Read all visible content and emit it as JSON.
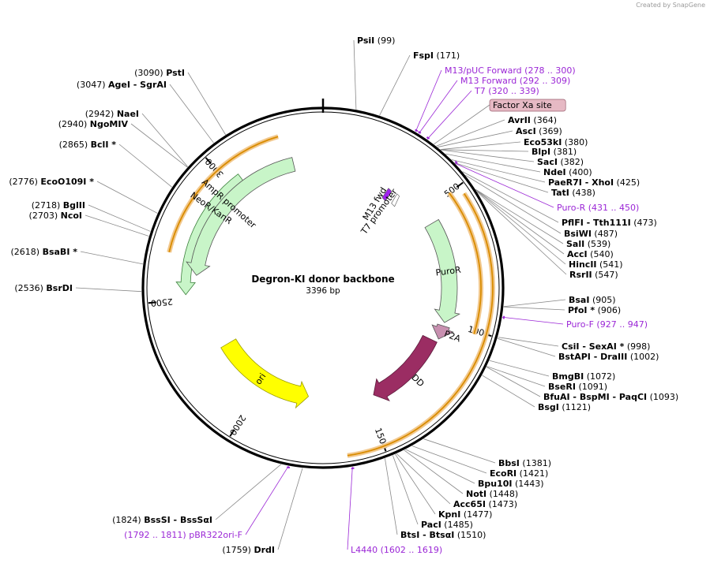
{
  "watermark": "Created by  SnapGene",
  "map": {
    "title": "Degron-KI donor backbone",
    "length_text": "3396 bp",
    "total_bp": 3396,
    "ticks": [
      {
        "bp": 500,
        "label": "500"
      },
      {
        "bp": 1000,
        "label": "1000"
      },
      {
        "bp": 1500,
        "label": "1500"
      },
      {
        "bp": 2000,
        "label": "2000"
      },
      {
        "bp": 2500,
        "label": "2500"
      },
      {
        "bp": 3000,
        "label": "3000"
      }
    ],
    "features": [
      {
        "name": "AmpR promoter",
        "color": "#c8f5c8"
      },
      {
        "name": "NeoR/KanR",
        "color": "#c8f5c8"
      },
      {
        "name": "ori",
        "color": "#ffff00"
      },
      {
        "name": "T7 promoter",
        "color": "#ffffff"
      },
      {
        "name": "M13 fwd",
        "color": "#a020f0"
      },
      {
        "name": "PuroR",
        "color": "#c8f5c8"
      },
      {
        "name": "P2A",
        "color": "#c890b0"
      },
      {
        "name": "DD",
        "color": "#9b2d63"
      }
    ],
    "sites": [
      {
        "name": "PsiI",
        "pos": "(99)"
      },
      {
        "name": "FspI",
        "pos": "(171)"
      },
      {
        "name": "M13/pUC Forward",
        "pos": "(278 .. 300)"
      },
      {
        "name": "M13 Forward",
        "pos": "(292 .. 309)"
      },
      {
        "name": "T7",
        "pos": "(320 .. 339)"
      },
      {
        "name": "Factor Xa site",
        "pos": ""
      },
      {
        "name": "AvrII",
        "pos": "(364)"
      },
      {
        "name": "AscI",
        "pos": "(369)"
      },
      {
        "name": "Eco53kI",
        "pos": "(380)"
      },
      {
        "name": "BlpI",
        "pos": "(381)"
      },
      {
        "name": "SacI",
        "pos": "(382)"
      },
      {
        "name": "NdeI",
        "pos": "(400)"
      },
      {
        "name": "PaeR7I  - XhoI",
        "pos": "(425)"
      },
      {
        "name": "TatI",
        "pos": "(438)"
      },
      {
        "name": "Puro-R",
        "pos": "(431 .. 450)"
      },
      {
        "name": "PflFI  - Tth111I",
        "pos": "(473)"
      },
      {
        "name": "BsiWI",
        "pos": "(487)"
      },
      {
        "name": "SalI",
        "pos": "(539)"
      },
      {
        "name": "AccI",
        "pos": "(540)"
      },
      {
        "name": "HincII",
        "pos": "(541)"
      },
      {
        "name": "RsrII",
        "pos": "(547)"
      },
      {
        "name": "BsaI",
        "pos": "(905)"
      },
      {
        "name": "PfoI *",
        "pos": "(906)"
      },
      {
        "name": "Puro-F",
        "pos": "(927 .. 947)"
      },
      {
        "name": "CsiI  - SexAI *",
        "pos": "(998)"
      },
      {
        "name": "BstAPI  - DraIII",
        "pos": "(1002)"
      },
      {
        "name": "BmgBI",
        "pos": "(1072)"
      },
      {
        "name": "BseRI",
        "pos": "(1091)"
      },
      {
        "name": "BfuAI  - BspMI  - PaqCI",
        "pos": "(1093)"
      },
      {
        "name": "BsgI",
        "pos": "(1121)"
      },
      {
        "name": "BbsI",
        "pos": "(1381)"
      },
      {
        "name": "EcoRI",
        "pos": "(1421)"
      },
      {
        "name": "Bpu10I",
        "pos": "(1443)"
      },
      {
        "name": "NotI",
        "pos": "(1448)"
      },
      {
        "name": "Acc65I",
        "pos": "(1473)"
      },
      {
        "name": "KpnI",
        "pos": "(1477)"
      },
      {
        "name": "PacI",
        "pos": "(1485)"
      },
      {
        "name": "BtsI  - BtsαI",
        "pos": "(1510)"
      },
      {
        "name": "L4440",
        "pos": "(1602 .. 1619)"
      },
      {
        "name": "DrdI",
        "pos": "(1759)"
      },
      {
        "name": "pBR322ori-F",
        "pos": "(1792 .. 1811)"
      },
      {
        "name": "BssSI  - BssSαI",
        "pos": "(1824)"
      },
      {
        "name": "BsrDI",
        "pos": "(2536)"
      },
      {
        "name": "BsaBI *",
        "pos": "(2618)"
      },
      {
        "name": "NcoI",
        "pos": "(2703)"
      },
      {
        "name": "BglII",
        "pos": "(2718)"
      },
      {
        "name": "EcoO109I *",
        "pos": "(2776)"
      },
      {
        "name": "BclI *",
        "pos": "(2865)"
      },
      {
        "name": "NgoMIV",
        "pos": "(2940)"
      },
      {
        "name": "NaeI",
        "pos": "(2942)"
      },
      {
        "name": "AgeI  - SgrAI",
        "pos": "(3047)"
      },
      {
        "name": "PstI",
        "pos": "(3090)"
      }
    ]
  }
}
